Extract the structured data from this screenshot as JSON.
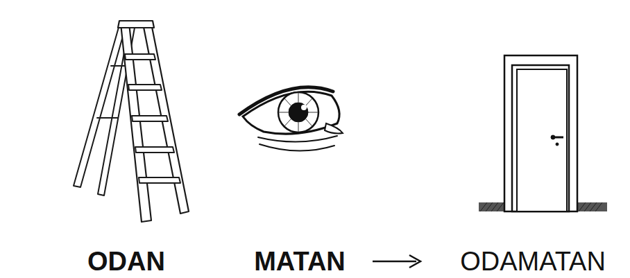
{
  "diagram": {
    "labels": [
      "ODAN",
      "MATAN",
      "ODAMATAN"
    ]
  }
}
